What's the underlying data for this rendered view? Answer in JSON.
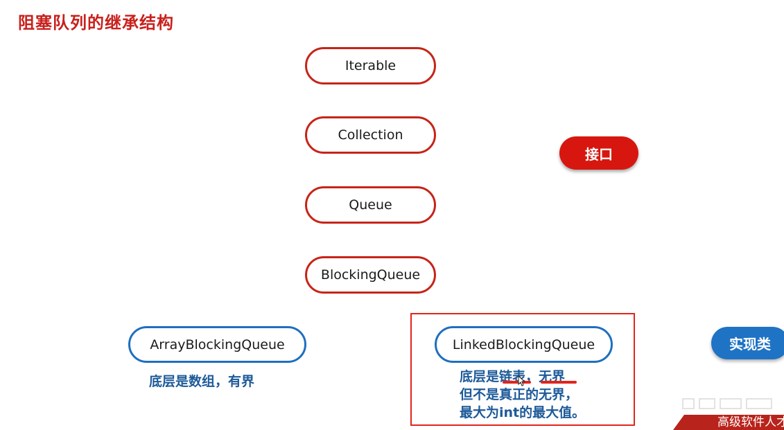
{
  "page": {
    "title": "阻塞队列的继承结构"
  },
  "interfaces": [
    {
      "label": "Iterable"
    },
    {
      "label": "Collection"
    },
    {
      "label": "Queue"
    },
    {
      "label": "BlockingQueue"
    }
  ],
  "implementations": [
    {
      "label": "ArrayBlockingQueue"
    },
    {
      "label": "LinkedBlockingQueue"
    }
  ],
  "badges": {
    "interface_label": "接口",
    "implementation_label": "实现类"
  },
  "notes": {
    "array_note": "底层是数组，有界",
    "linked_note_line1": "底层是链表，无界",
    "linked_note_line2": "但不是真正的无界，",
    "linked_note_line3": "最大为int的最大值。"
  },
  "footer": {
    "corner_text": "高级软件人才"
  },
  "colors": {
    "title": "#c8201c",
    "interface_border": "#c62418",
    "implementation_border": "#1f6fbf",
    "interface_badge": "#d7170f",
    "implementation_badge": "#1e73c5",
    "note_text": "#1d5a99",
    "highlight": "#e2241b"
  }
}
